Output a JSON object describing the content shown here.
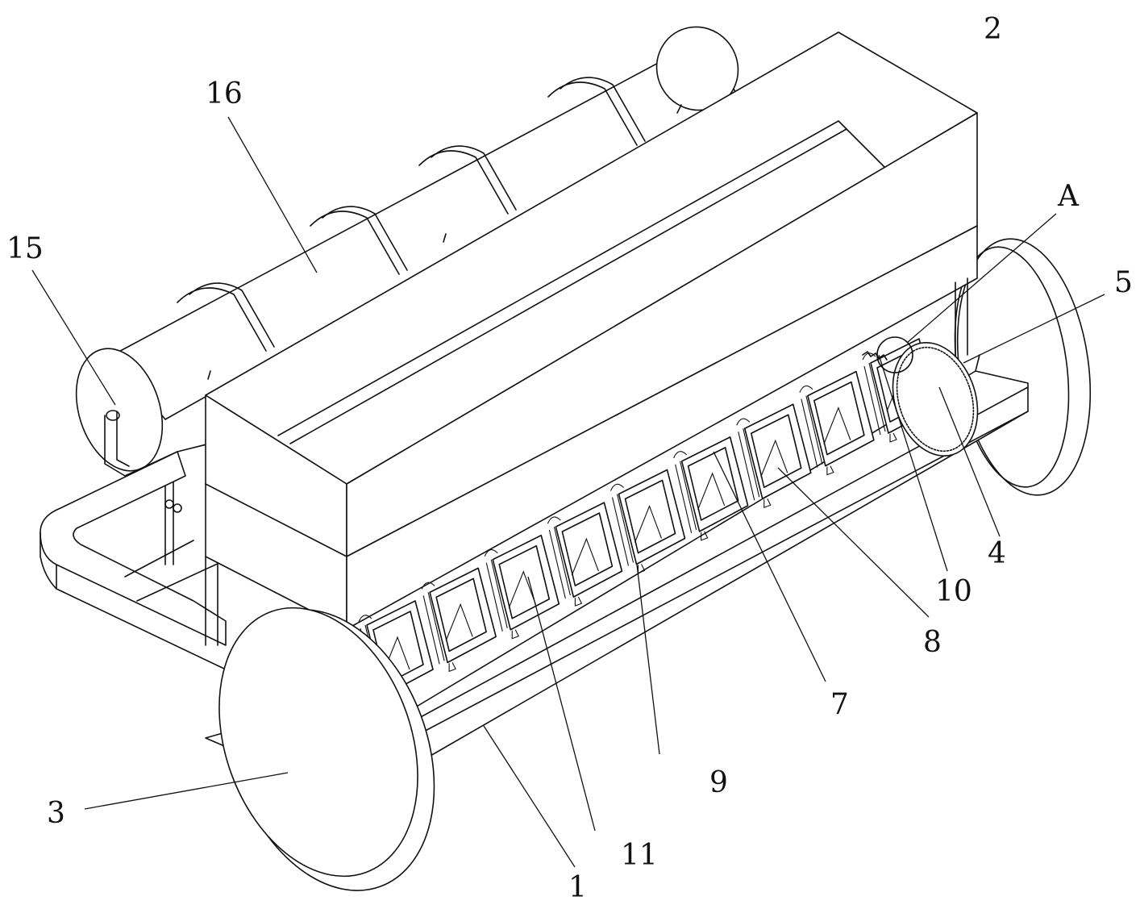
{
  "figure": {
    "title": "Seeder machine perspective view",
    "labels": [
      {
        "id": "1",
        "text": "1"
      },
      {
        "id": "2",
        "text": "2"
      },
      {
        "id": "3",
        "text": "3"
      },
      {
        "id": "4",
        "text": "4"
      },
      {
        "id": "5",
        "text": "5"
      },
      {
        "id": "7",
        "text": "7"
      },
      {
        "id": "8",
        "text": "8"
      },
      {
        "id": "9",
        "text": "9"
      },
      {
        "id": "10",
        "text": "10"
      },
      {
        "id": "11",
        "text": "11"
      },
      {
        "id": "15",
        "text": "15"
      },
      {
        "id": "16",
        "text": "16"
      },
      {
        "id": "A",
        "text": "A"
      }
    ],
    "line_color": "#111111",
    "background": "#ffffff",
    "seed_unit_count": 9
  }
}
